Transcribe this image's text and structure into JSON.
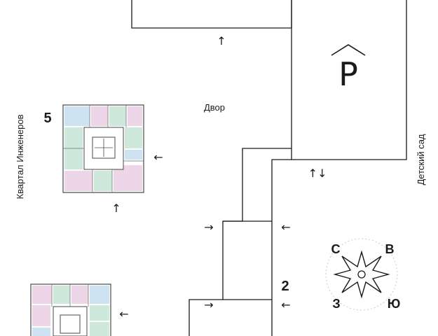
{
  "map": {
    "labels": {
      "courtyard": "Двор",
      "district": "Квартал Инженеров",
      "kindergarten": "Детский сад"
    },
    "buildings": [
      {
        "id": "building-5",
        "number": "5"
      },
      {
        "id": "building-2",
        "number": "2"
      }
    ],
    "parking": {
      "letter": "P",
      "icon": "parking-icon"
    },
    "compass": {
      "north": "С",
      "east": "В",
      "west": "З",
      "south": "Ю",
      "icon": "compass-rose-icon"
    },
    "arrows": {
      "up": "↑",
      "left": "←",
      "right": "→",
      "updown": "↑↓"
    },
    "colors": {
      "outline": "#1a1a1a",
      "plan_green": "#cfe8dc",
      "plan_pink": "#ecd6e8",
      "plan_blue": "#cde3f2",
      "plan_wall": "#4a4a4a"
    }
  }
}
